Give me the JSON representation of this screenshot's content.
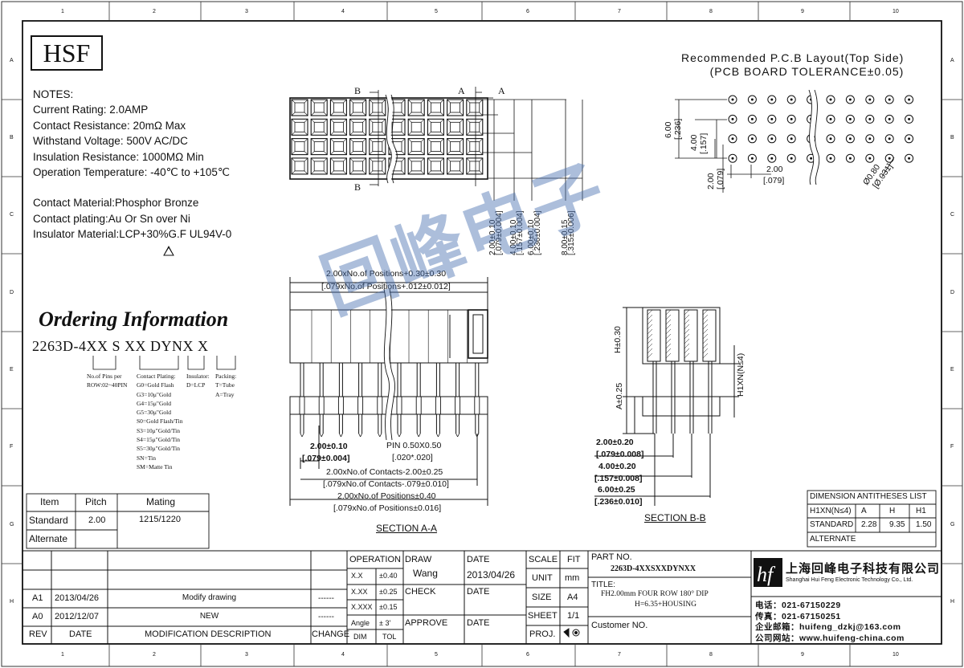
{
  "border": {
    "columns": [
      "1",
      "2",
      "3",
      "4",
      "5",
      "6",
      "7",
      "8",
      "9",
      "10"
    ],
    "rows": [
      "A",
      "B",
      "C",
      "D",
      "E",
      "F",
      "G",
      "H"
    ]
  },
  "logo": "HSF",
  "notes": {
    "heading": "NOTES:",
    "lines": [
      "Current Rating: 2.0AMP",
      "Contact Resistance: 20mΩ Max",
      "Withstand Voltage: 500V AC/DC",
      "Insulation Resistance: 1000MΩ Min",
      "Operation Temperature: -40℃ to +105℃"
    ],
    "materials": [
      "Contact Material:Phosphor Bronze",
      "Contact plating:Au Or Sn over Ni",
      "Insulator Material:LCP+30%G.F UL94V-0"
    ]
  },
  "ordering": {
    "title": "Ordering Information",
    "part_code": "2263D-4XX S XX DYNX X",
    "pins_label": [
      "No.of Pins per",
      "ROW:02~40PIN"
    ],
    "plating_label": "Contact Plating:",
    "plating_options": [
      "G0=Gold Flash",
      "G3=10μ\"Gold",
      "G4=15μ\"Gold",
      "G5=30μ\"Gold",
      "S0=Gold Flash/Tin",
      "S3=10μ\"Gold/Tin",
      "S4=15μ\"Gold/Tin",
      "S5=30μ\"Gold/Tin",
      "SN=Tin",
      "SM=Matte Tin"
    ],
    "insulator_label": "Insulator:",
    "insulator_value": "D=LCP",
    "packing_label": "Packing:",
    "packing_options": [
      "T=Tube",
      "A=Tray"
    ]
  },
  "pitch_table": {
    "headers": [
      "Item",
      "Pitch",
      "Mating"
    ],
    "rows": [
      [
        "Standard",
        "2.00",
        "1215/1220"
      ],
      [
        "Alternate",
        "",
        ""
      ]
    ]
  },
  "top_view": {
    "label_b": "B",
    "label_a": "A",
    "dims": [
      "2.00±0.10",
      "[.079±0.004]",
      "4.00±0.10",
      "[.157±0.004]",
      "6.00±0.10",
      "[.236±0.004]",
      "8.00±0.15",
      "[.315±0.006]"
    ]
  },
  "pcb": {
    "title_1": "Recommended P.C.B Layout(Top Side)",
    "title_2": "(PCB BOARD TOLERANCE±0.05)",
    "dims": [
      "6.00",
      "[.236]",
      "4.00",
      "[.157]",
      "2.00",
      "[.079]",
      "2.00",
      "[.079]",
      "Ø0.80",
      "[Ø.031]"
    ]
  },
  "section_aa": {
    "title": "SECTION A-A",
    "top_dim_1": "2.00xNo.of Positions+0.30±0.30",
    "top_dim_2": "[.079xNo.of Positions+.012±0.012]",
    "pitch_dim_1": "2.00±0.10",
    "pitch_dim_2": "[.079±0.004]",
    "pin_dim_1": "PIN 0.50X0.50",
    "pin_dim_2": "[.020*.020]",
    "contacts_dim_1": "2.00xNo.of Contacts-2.00±0.25",
    "contacts_dim_2": "[.079xNo.of Contacts-.079±0.010]",
    "positions_dim_1": "2.00xNo.of Positions±0.40",
    "positions_dim_2": "[.079xNo.of Positions±0.016]"
  },
  "section_bb": {
    "title": "SECTION B-B",
    "h_dim": "H±0.30",
    "a_dim": "A±0.25",
    "h1_dim": "H1XN(N≤4)",
    "dims": [
      "2.00±0.20",
      "[.079±0.008]",
      "4.00±0.20",
      "[.157±0.008]",
      "6.00±0.25",
      "[.236±0.010]"
    ]
  },
  "dimension_table": {
    "title": "DIMENSION ANTITHESES LIST",
    "headers": [
      "H1XN(N≤4)",
      "A",
      "H",
      "H1"
    ],
    "rows": [
      [
        "STANDARD",
        "2.28",
        "9.35",
        "1.50"
      ],
      [
        "ALTERNATE",
        "",
        "",
        ""
      ]
    ]
  },
  "revisions": {
    "headers": [
      "REV",
      "DATE",
      "MODIFICATION DESCRIPTION",
      "CHANGE"
    ],
    "rows": [
      {
        "rev": "A1",
        "date": "2013/04/26",
        "desc": "Modify drawing",
        "change": "------"
      },
      {
        "rev": "A0",
        "date": "2012/12/07",
        "desc": "NEW",
        "change": "------"
      }
    ]
  },
  "title_block": {
    "operation": "OPERATION",
    "tolerances": [
      [
        "X.X",
        "±0.40"
      ],
      [
        "X.XX",
        "±0.25"
      ],
      [
        "X.XXX",
        "±0.15"
      ],
      [
        "Angle",
        "± 3'"
      ]
    ],
    "dim": "DIM",
    "tol": "TOL",
    "draw": "DRAW",
    "drawer": "Wang",
    "check": "CHECK",
    "approve": "APPROVE",
    "date_label": "DATE",
    "draw_date": "2013/04/26",
    "scale": "SCALE",
    "fit": "FIT",
    "unit": "UNIT",
    "unit_value": "mm",
    "size": "SIZE",
    "size_value": "A4",
    "sheet": "SHEET",
    "sheet_value": "1/1",
    "proj": "PROJ.",
    "part_no_label": "PART NO.",
    "part_no": "2263D-4XXSXXDYNXX",
    "title_label": "TITLE:",
    "title_1": "FH2.00mm FOUR ROW 180°  DIP",
    "title_2": "H=6.35+HOUSING",
    "customer": "Customer NO."
  },
  "company": {
    "name_cn": "上海回峰电子科技有限公司",
    "name_en": "Shanghai Hui Feng Electronic Technology Co., Ltd.",
    "phone": "电话：021-67150229",
    "fax": "传真：021-67150251",
    "email": "企业邮箱：huifeng_dzkj@163.com",
    "web": "公司网站：www.huifeng-china.com"
  },
  "watermark": "回峰电子"
}
